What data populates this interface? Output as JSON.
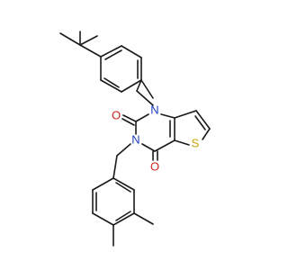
{
  "diagram": {
    "atoms": {
      "n1": {
        "symbol": "N",
        "color": "#1f3fbf"
      },
      "n3": {
        "symbol": "N",
        "color": "#1f3fbf"
      },
      "o2": {
        "symbol": "O",
        "color": "#d0241b"
      },
      "o4": {
        "symbol": "O",
        "color": "#d0241b"
      },
      "s": {
        "symbol": "S",
        "color": "#c7a200"
      }
    },
    "bond_color": "#1a1a1a",
    "background": "#ffffff"
  }
}
